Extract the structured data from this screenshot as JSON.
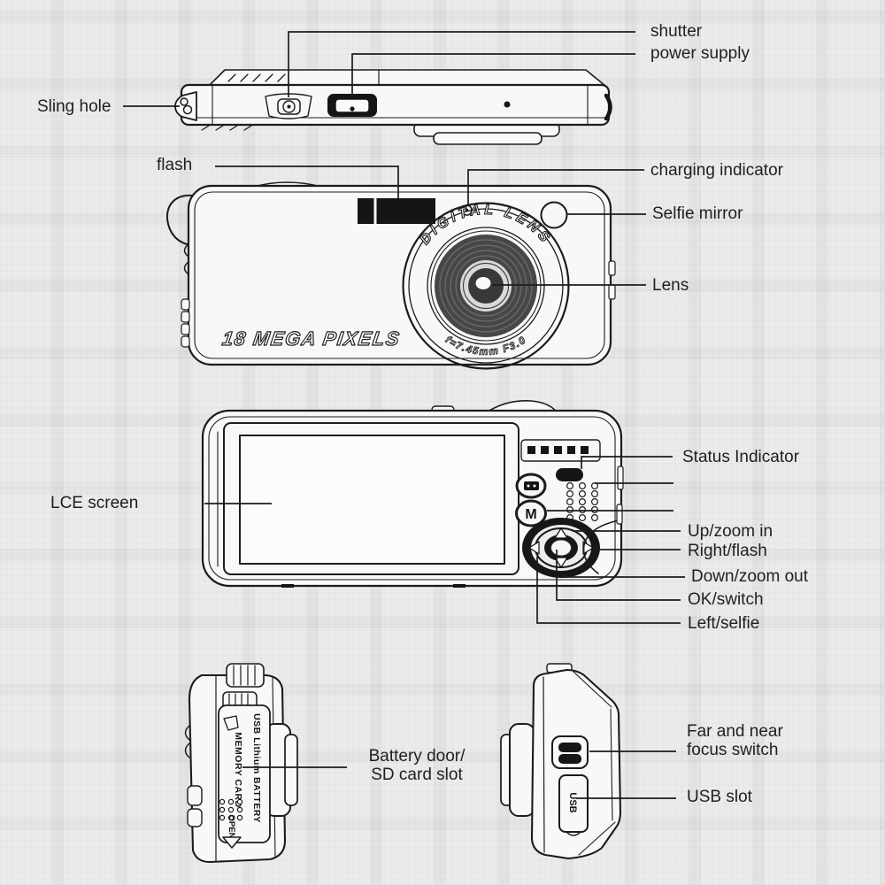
{
  "labels": {
    "shutter": "shutter",
    "power_supply": "power supply",
    "sling_hole": "Sling hole",
    "flash": "flash",
    "charging_indicator": "charging indicator",
    "selfie_mirror": "Selfie mirror",
    "lens": "Lens",
    "lce_screen": "LCE screen",
    "status_indicator": "Status Indicator",
    "up_zoom_in": "Up/zoom in",
    "right_flash": "Right/flash",
    "down_zoom_out": "Down/zoom out",
    "ok_switch": "OK/switch",
    "left_selfie": "Left/selfie",
    "battery_door_line1": "Battery door/",
    "battery_door_line2": "SD card slot",
    "focus_switch_line1": "Far and near",
    "focus_switch_line2": "focus switch",
    "usb_slot": "USB slot"
  },
  "markings": {
    "megapixels": "18 MEGA PIXELS",
    "lens_arc_top": "DIGITAL LENS",
    "lens_arc_bottom": "f=7.45mm F3.0",
    "menu_button": "M",
    "battery_door_text1": "USB Lithium BATTERY",
    "battery_door_text2": "MEMORY CARD",
    "battery_open": "OPEN",
    "usb_port": "USB"
  },
  "colors": {
    "background": "#ebebeb",
    "line": "#1c1c1c",
    "dark_fill": "#151515",
    "body_fill": "#f8f8f8"
  }
}
